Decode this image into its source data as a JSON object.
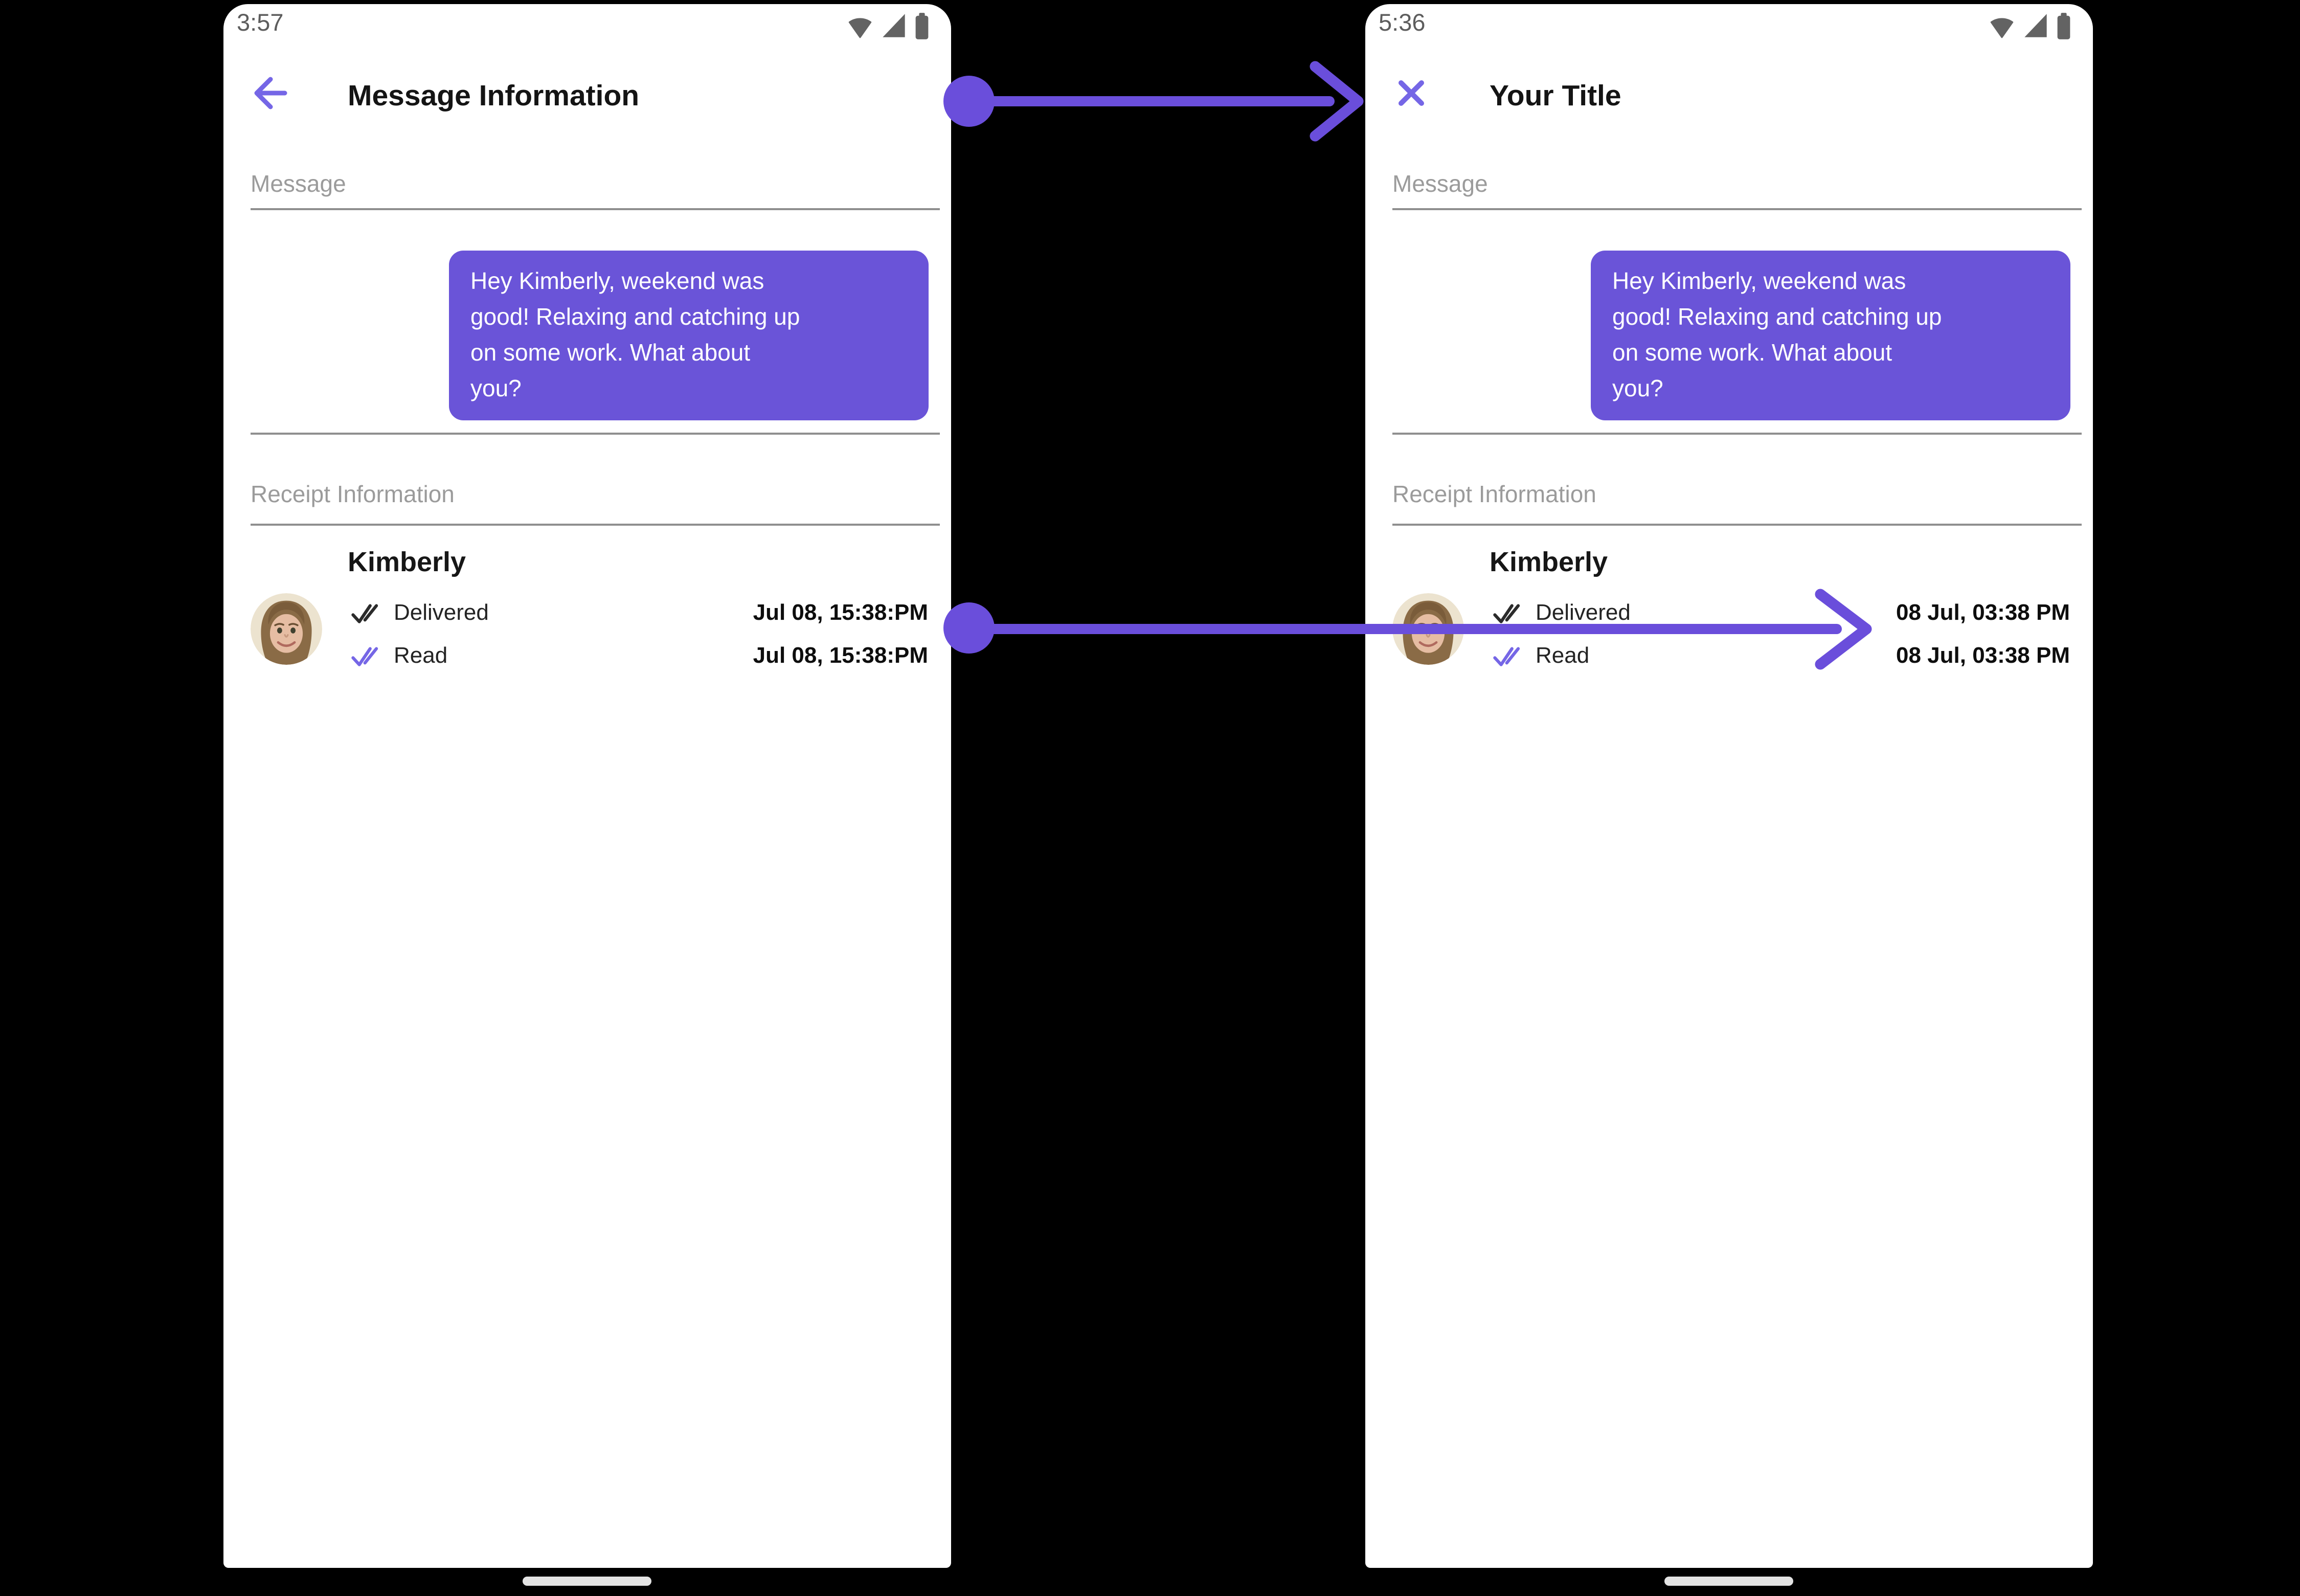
{
  "colors": {
    "background": "#000000",
    "screen": "#ffffff",
    "accent_purple": "#6a54d8",
    "annotation_purple": "#6a4edb",
    "light_purple": "#7566e6",
    "label_gray": "#9b9b9b",
    "divider_gray": "#8f8f8f",
    "status_gray": "#5d5d5d"
  },
  "left": {
    "status_time": "3:57",
    "title": "Message Information",
    "message_label": "Message",
    "bubble_text": "Hey Kimberly, weekend was\ngood!  Relaxing and catching up\non some work.  What about\nyou?",
    "receipt_label": "Receipt Information",
    "contact_name": "Kimberly",
    "receipts": [
      {
        "status": "Delivered",
        "time": "Jul 08, 15:38:PM"
      },
      {
        "status": "Read",
        "time": "Jul 08, 15:38:PM"
      }
    ]
  },
  "right": {
    "status_time": "5:36",
    "title": "Your Title",
    "message_label": "Message",
    "bubble_text": "Hey Kimberly, weekend was\ngood!  Relaxing and catching up\non some work.  What about\nyou?",
    "receipt_label": "Receipt Information",
    "contact_name": "Kimberly",
    "receipts": [
      {
        "status": "Delivered",
        "time": "08 Jul, 03:38 PM"
      },
      {
        "status": "Read",
        "time": "08 Jul, 03:38 PM"
      }
    ]
  }
}
